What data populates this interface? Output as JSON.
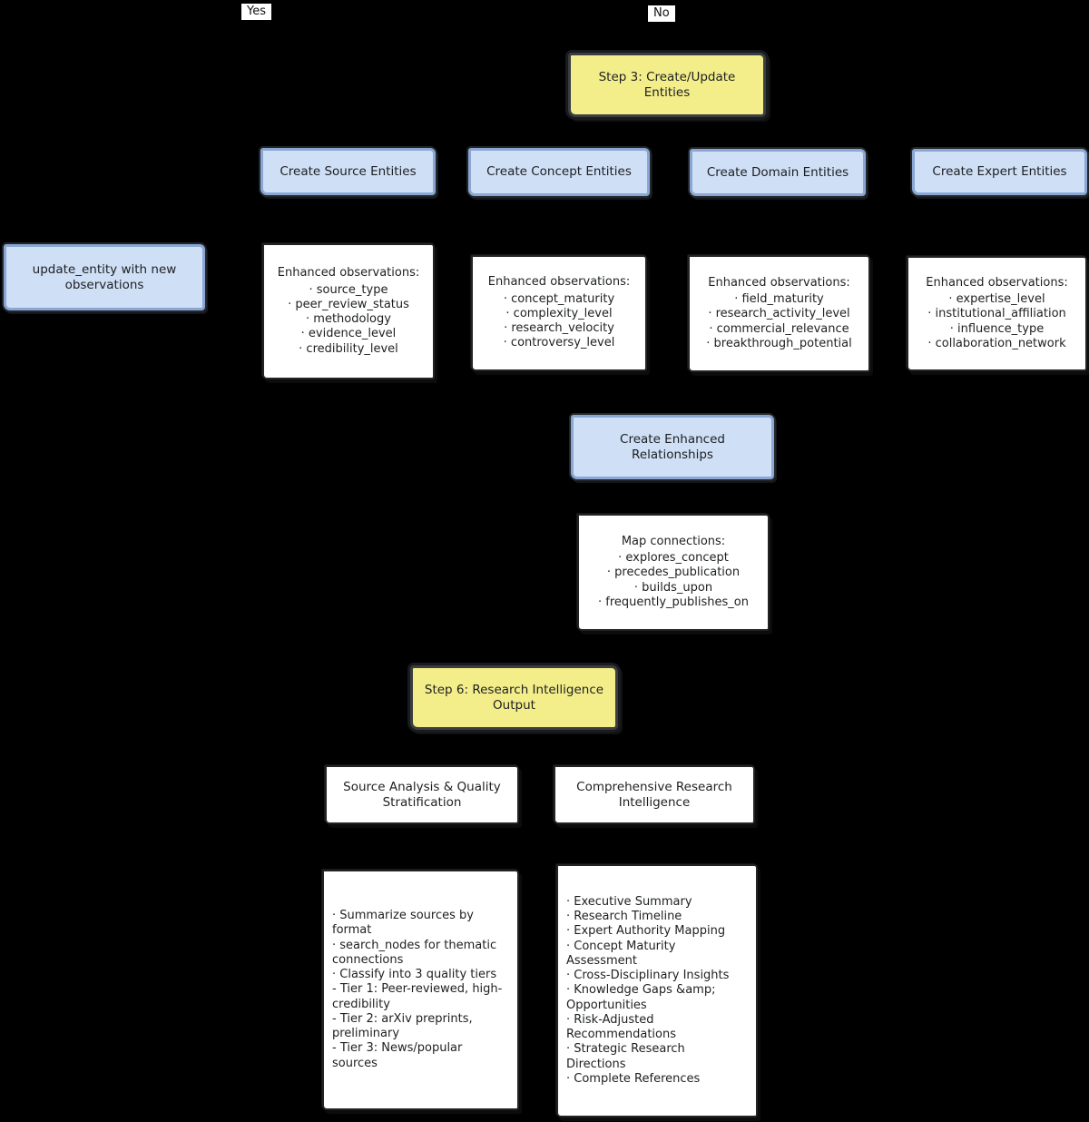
{
  "flow": {
    "yes_label": "Yes",
    "no_label": "No"
  },
  "step3": {
    "title": "Step 3: Create/Update Entities"
  },
  "update_entity": {
    "label": "update_entity with new observations"
  },
  "branches": [
    {
      "header": "Create Source Entities",
      "details": {
        "title": "Enhanced observations:",
        "items": [
          "· source_type",
          "· peer_review_status",
          "· methodology",
          "· evidence_level",
          "· credibility_level"
        ]
      }
    },
    {
      "header": "Create Concept Entities",
      "details": {
        "title": "Enhanced observations:",
        "items": [
          "· concept_maturity",
          "· complexity_level",
          "· research_velocity",
          "· controversy_level"
        ]
      }
    },
    {
      "header": "Create Domain Entities",
      "details": {
        "title": "Enhanced observations:",
        "items": [
          "· field_maturity",
          "· research_activity_level",
          "· commercial_relevance",
          "· breakthrough_potential"
        ]
      }
    },
    {
      "header": "Create Expert Entities",
      "details": {
        "title": "Enhanced observations:",
        "items": [
          "· expertise_level",
          "· institutional_affiliation",
          "· influence_type",
          "· collaboration_network"
        ]
      }
    }
  ],
  "relationships": {
    "header": "Create Enhanced Relationships",
    "details": {
      "title": "Map connections:",
      "items": [
        "· explores_concept",
        "· precedes_publication",
        "· builds_upon",
        "· frequently_publishes_on"
      ]
    }
  },
  "step6": {
    "title": "Step 6: Research Intelligence Output"
  },
  "outputs": [
    {
      "header": "Source Analysis & Quality Stratification",
      "items": [
        "· Summarize sources by format",
        "· search_nodes for thematic connections",
        "· Classify into 3 quality tiers",
        "- Tier 1: Peer-reviewed, high-credibility",
        "- Tier 2: arXiv preprints, preliminary",
        "- Tier 3: News/popular sources"
      ]
    },
    {
      "header": "Comprehensive Research Intelligence",
      "items": [
        "· Executive Summary",
        "· Research Timeline",
        "· Expert Authority Mapping",
        "· Concept Maturity Assessment",
        "· Cross-Disciplinary Insights",
        "· Knowledge Gaps &amp; Opportunities",
        "· Risk-Adjusted Recommendations",
        "· Strategic Research Directions",
        "· Complete References"
      ]
    }
  ],
  "colors": {
    "background": "#000000",
    "node_yellow_fill": "#f3ee8a",
    "node_blue_fill": "#cfdff6",
    "node_blue_border": "#8aa7d4",
    "node_white_fill": "#ffffff",
    "node_dark_border": "#33373b",
    "text": "#1d1f21"
  }
}
